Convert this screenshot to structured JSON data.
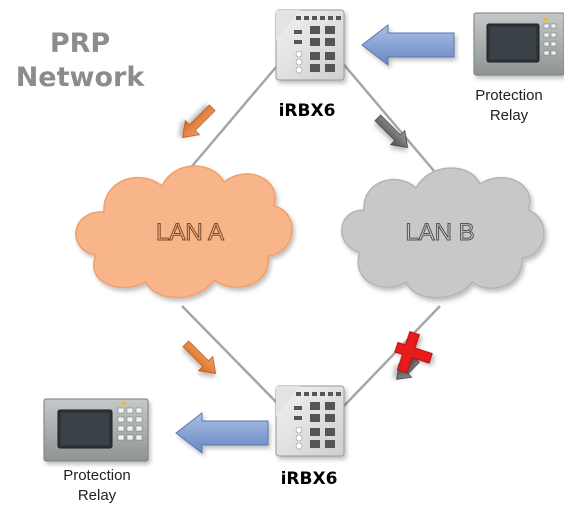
{
  "title": [
    "PRP",
    "Network"
  ],
  "devices": {
    "top_label": "iRBX6",
    "bottom_label": "iRBX6"
  },
  "relays": {
    "top_label": [
      "Protection",
      "Relay"
    ],
    "bottom_label": [
      "Protection",
      "Relay"
    ]
  },
  "lans": {
    "a": "LAN A",
    "b": "LAN B"
  },
  "colors": {
    "lan_a_fill": "#f8b589",
    "lan_b_fill": "#c8c8c8",
    "link_line": "#a6a6a6",
    "lan_a_arrow": "#e07b39",
    "lan_b_arrow": "#6f6f6f",
    "relay_arrow": "#7b9bd0",
    "fault_mark": "#e81e1e",
    "title_text": "#8c8c8c"
  },
  "icons": {
    "fault": "fault-x-icon",
    "switch": "switch-device-icon",
    "relay": "protection-relay-icon"
  }
}
